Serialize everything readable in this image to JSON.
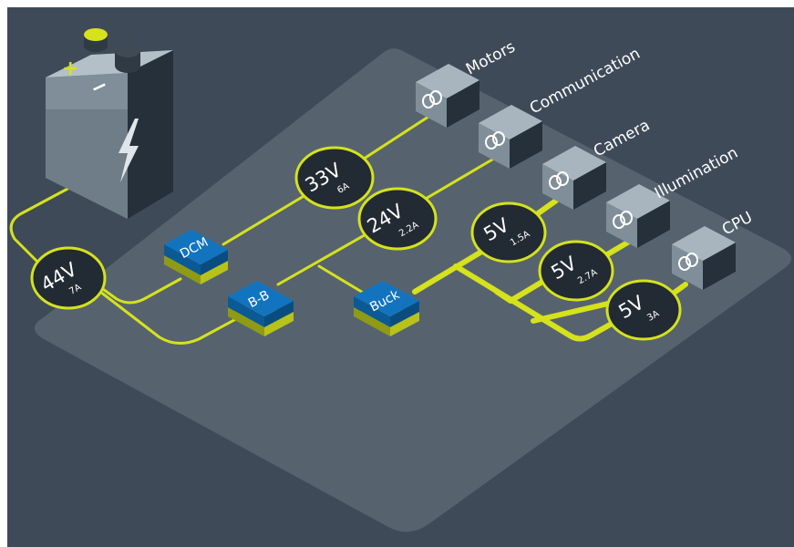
{
  "battery": {
    "plus_symbol": "+",
    "minus_symbol": "−",
    "icon": "lightning-bolt-icon"
  },
  "converters": {
    "dcm": "DCM",
    "bb": "B-B",
    "buck": "Buck"
  },
  "bubbles": {
    "input": {
      "voltage": "44V",
      "current": "7A"
    },
    "motors": {
      "voltage": "33V",
      "current": "6A"
    },
    "comm": {
      "voltage": "24V",
      "current": "2.2A"
    },
    "camera": {
      "voltage": "5V",
      "current": "1.5A"
    },
    "illum": {
      "voltage": "5V",
      "current": "2.7A"
    },
    "cpu": {
      "voltage": "5V",
      "current": "3A"
    }
  },
  "loads": {
    "motors": "Motors",
    "communication": "Communication",
    "camera": "Camera",
    "illumination": "Illumination",
    "cpu": "CPU"
  },
  "colors": {
    "background": "#3f4a59",
    "platform": "#55626f",
    "wire": "#d5e21c",
    "converter_top": "#0f72bd",
    "bubble_fill": "#222a33",
    "load_box": "#7f8e98"
  }
}
